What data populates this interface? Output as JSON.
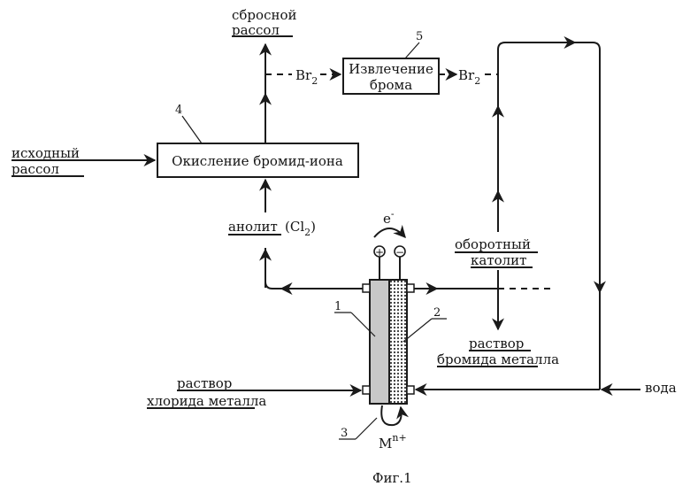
{
  "labels": {
    "waste_brine_1": "сбросной",
    "waste_brine_2": "рассол",
    "source_brine_1": "исходный",
    "source_brine_2": "рассол",
    "anolyte": "анолит",
    "anolyte_cl": "(Cl",
    "anolyte_cl_sub": "2",
    "anolyte_close": ")",
    "br": "Br",
    "br_sub": "2",
    "recycled_catholyte_1": "оборотный",
    "recycled_catholyte_2": "католит",
    "metal_bromide_1": "раствор",
    "metal_bromide_2": "бромида металла",
    "metal_chloride_1": "раствор",
    "metal_chloride_2": "хлорида металла",
    "water": "вода",
    "electron": "e",
    "electron_sup": "-",
    "plus": "+",
    "minus": "−",
    "metal_ion": "M",
    "metal_ion_sup": "n+"
  },
  "boxes": {
    "oxidation": "Окисление бромид-иона",
    "extraction_1": "Извлечение",
    "extraction_2": "брома"
  },
  "refs": {
    "r1": "1",
    "r2": "2",
    "r3": "3",
    "r4": "4",
    "r5": "5"
  },
  "caption": "Фиг.1"
}
